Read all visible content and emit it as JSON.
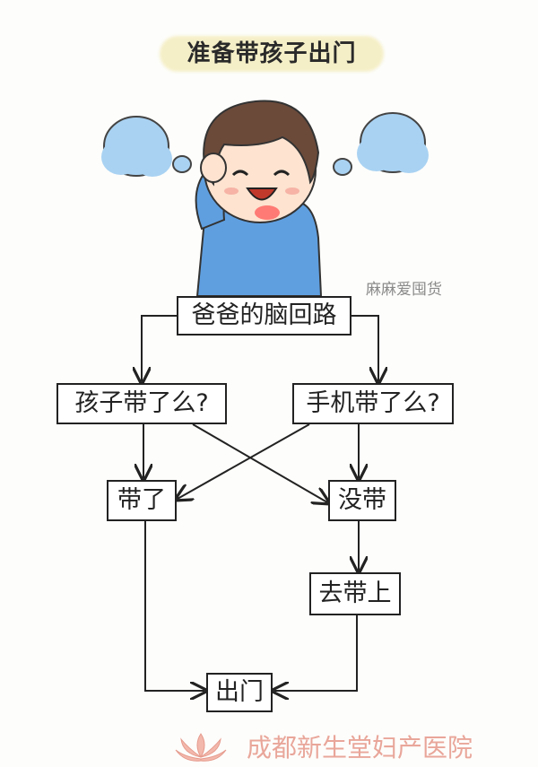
{
  "title": "准备带孩子出门",
  "watermark": "麻麻爱囤货",
  "nodes": {
    "root": "爸爸的脑回路",
    "q_child": "孩子带了么?",
    "q_phone": "手机带了么?",
    "brought": "带了",
    "not_brought": "没带",
    "go_get": "去带上",
    "go_out": "出门"
  },
  "footer": {
    "hospital_name": "成都新生堂妇产医院"
  },
  "colors": {
    "cloud": "#9cc9ee",
    "shirt": "#5f9fe0",
    "hair": "#6b4a3a",
    "footer_text": "#e9a69a"
  }
}
